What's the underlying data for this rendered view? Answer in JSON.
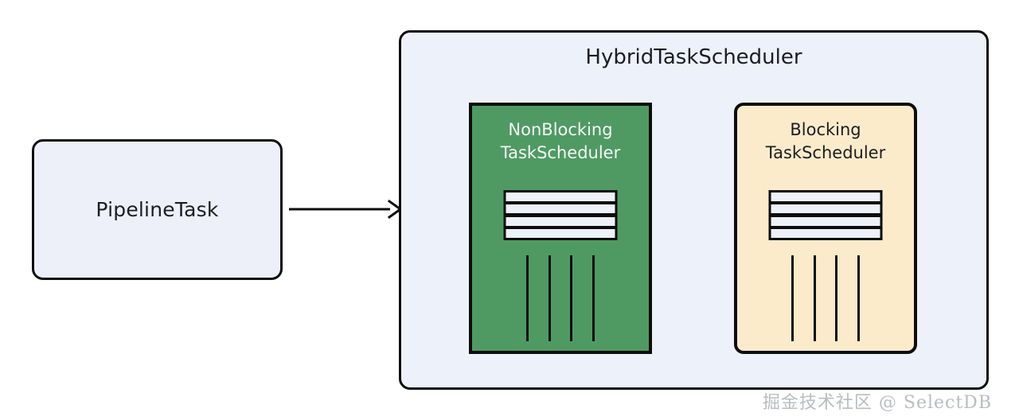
{
  "diagram": {
    "source_node": {
      "label": "PipelineTask",
      "bg_color": "#edf0f8",
      "border_color": "#0d0d0d"
    },
    "connector": {
      "name": "arrow-right",
      "from": "PipelineTask",
      "to": "HybridTaskScheduler",
      "color": "#0d0d0d"
    },
    "container": {
      "title": "HybridTaskScheduler",
      "bg_color": "#edf1f9",
      "border_color": "#0d0d0d"
    },
    "cards": [
      {
        "id": "nonblocking",
        "title": "NonBlocking\nTaskScheduler",
        "bg_color": "#4f9a63",
        "text_color": "#f4f7f6",
        "corner": "square",
        "queue_rows": 4,
        "worker_lines": 4
      },
      {
        "id": "blocking",
        "title": "Blocking\nTaskScheduler",
        "bg_color": "#fcebca",
        "text_color": "#1d1d21",
        "corner": "rounded",
        "queue_rows": 4,
        "worker_lines": 4
      }
    ],
    "watermark": "掘金技术社区 @ SelectDB"
  }
}
